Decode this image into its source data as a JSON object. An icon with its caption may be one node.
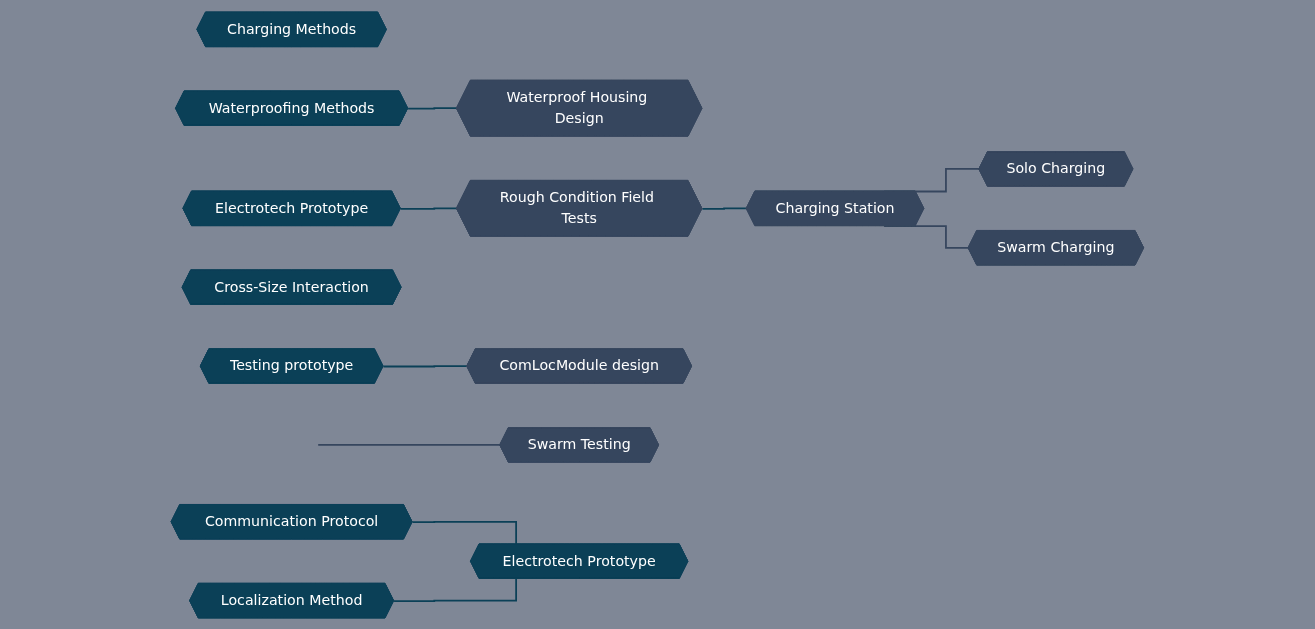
{
  "diagram": {
    "nodes": [
      {
        "text": [
          "Charging Station"
        ]
      },
      {
        "text": [
          "Solo Charging"
        ]
      },
      {
        "text": [
          "Waterproof Housing Design"
        ]
      },
      {
        "text": [
          "Rough Condition Field Tests"
        ]
      },
      {
        "text": [
          "Swarm Charging"
        ]
      },
      {
        "text": [
          "ComLocModule design"
        ]
      },
      {
        "text": [
          "Swarm Testing"
        ]
      },
      {
        "text": [
          "Charging Methods"
        ]
      },
      {
        "text": [
          "Electrotech Prototype"
        ]
      },
      {
        "text": [
          "Waterproofing Methods"
        ]
      },
      {
        "text": [
          "Cross-Size Interaction"
        ]
      },
      {
        "text": [
          "Communication Protocol"
        ]
      },
      {
        "text": [
          "Electrotech Prototype"
        ]
      },
      {
        "text": [
          "Localization Method"
        ]
      },
      {
        "text": [
          "Testing prototype"
        ]
      }
    ],
    "edges": [
      {
        "from": 9,
        "to": 2,
        "arrow": "none"
      },
      {
        "from": 8,
        "to": 3,
        "arrow": "none"
      },
      {
        "from": 3,
        "to": 0,
        "arrow": "none"
      },
      {
        "from": 0,
        "to": 1,
        "arrow": "none",
        "color": "#36465e"
      },
      {
        "from": 0,
        "to": 4,
        "arrow": "none",
        "color": "#36465e"
      },
      {
        "from": 11,
        "to": 12,
        "arrow": "none"
      },
      {
        "from": 13,
        "to": 12,
        "arrow": "none"
      },
      {
        "from": 14,
        "to": 5,
        "arrow": "none"
      },
      {
        "from": null,
        "to": 6,
        "arrow": "none",
        "color": "#36465e"
      }
    ]
  }
}
